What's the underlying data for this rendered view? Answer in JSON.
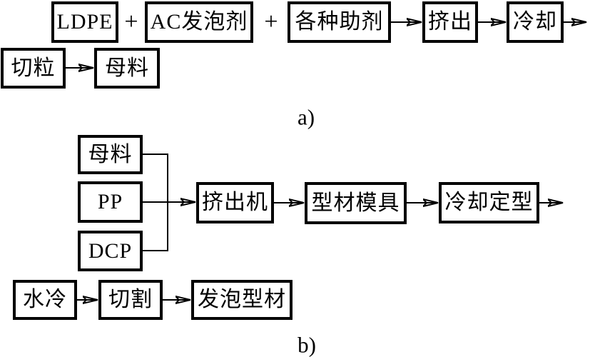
{
  "figure": {
    "background_color": "#ffffff",
    "line_color": "#000000"
  },
  "diagram_a": {
    "caption": "a)",
    "plus": "+",
    "boxes": [
      {
        "name": "ldpe",
        "label": "LDPE"
      },
      {
        "name": "ac-foaming-agent",
        "label": "AC发泡剂"
      },
      {
        "name": "various-additives",
        "label": "各种助剂"
      },
      {
        "name": "extrusion",
        "label": "挤出"
      },
      {
        "name": "cooling",
        "label": "冷却"
      },
      {
        "name": "pelletizing",
        "label": "切粒"
      },
      {
        "name": "masterbatch",
        "label": "母料"
      }
    ]
  },
  "diagram_b": {
    "caption": "b)",
    "boxes": [
      {
        "name": "masterbatch",
        "label": "母料"
      },
      {
        "name": "pp",
        "label": "PP"
      },
      {
        "name": "dcp",
        "label": "DCP"
      },
      {
        "name": "extruder",
        "label": "挤出机"
      },
      {
        "name": "profile-die",
        "label": "型材模具"
      },
      {
        "name": "cooling-sizing",
        "label": "冷却定型"
      },
      {
        "name": "water-cooling",
        "label": "水冷"
      },
      {
        "name": "cutting",
        "label": "切割"
      },
      {
        "name": "foamed-profile",
        "label": "发泡型材"
      }
    ]
  }
}
